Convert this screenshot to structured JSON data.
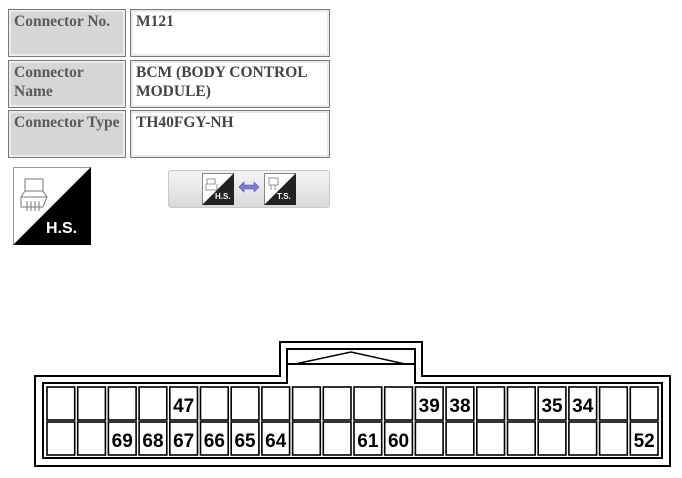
{
  "info_table": {
    "rows": [
      {
        "label": "Connector No.",
        "value": "M121"
      },
      {
        "label": "Connector Name",
        "value": "BCM (BODY CONTROL MODULE)"
      },
      {
        "label": "Connector Type",
        "value": "TH40FGY-NH"
      }
    ]
  },
  "hs_icon": {
    "text": "H.S.",
    "icon": "harness-side-connector-icon"
  },
  "switch_button": {
    "left_text": "H.S.",
    "right_text": "T.S.",
    "icon": "swap-arrows-icon"
  },
  "connector": {
    "top_row": [
      "",
      "",
      "",
      "",
      "47",
      "",
      "",
      "",
      "",
      "",
      "",
      "",
      "39",
      "38",
      "",
      "",
      "35",
      "34",
      "",
      ""
    ],
    "bottom_row": [
      "",
      "",
      "69",
      "68",
      "67",
      "66",
      "65",
      "64",
      "",
      "",
      "61",
      "60",
      "",
      "",
      "",
      "",
      "",
      "",
      "",
      "52"
    ]
  }
}
